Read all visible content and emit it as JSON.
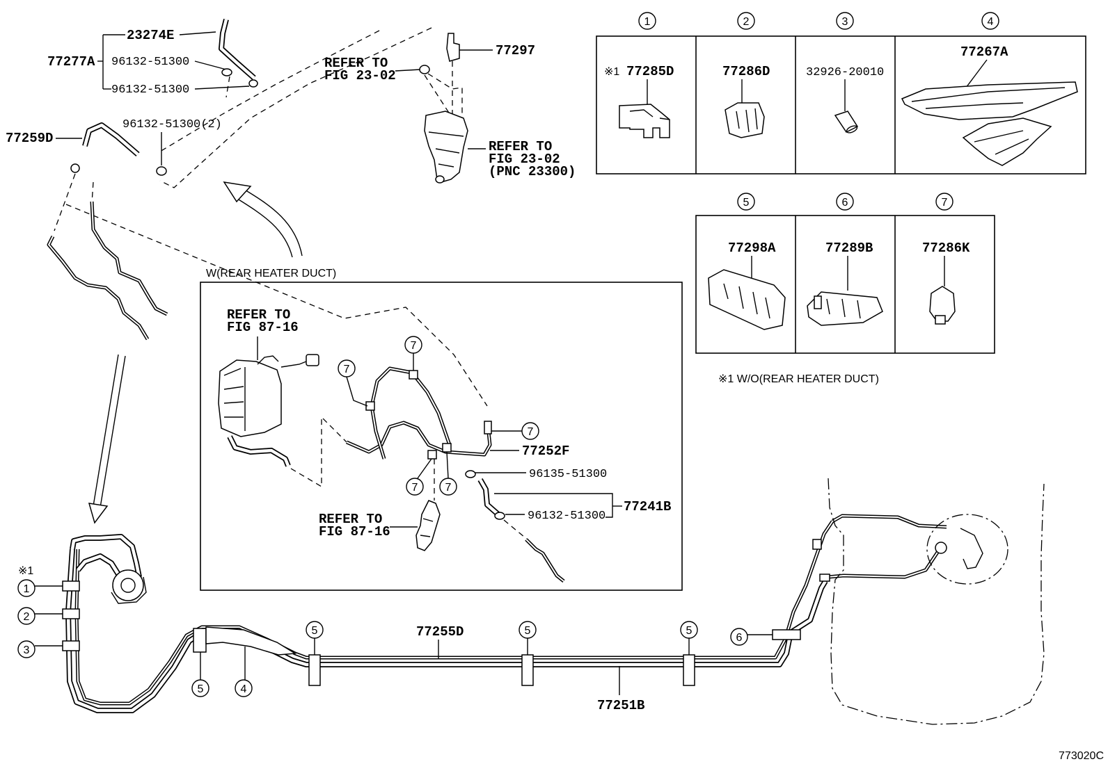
{
  "labels": {
    "p23274E": "23274E",
    "p77277A": "77277A",
    "p96132_a": "96132-51300",
    "p96132_b": "96132-51300",
    "p77297": "77297",
    "refer1": "REFER TO",
    "refer1b": "FIG 23-02",
    "p96132_2": "96132-51300(2)",
    "p77259D": "77259D",
    "refer2": "REFER TO",
    "refer2b": "FIG 23-02",
    "refer2c": "(PNC 23300)",
    "w_rear": "W(REAR HEATER DUCT)",
    "refer3": "REFER TO",
    "refer3b": "FIG 87-16",
    "refer4": "REFER TO",
    "refer4b": "FIG 87-16",
    "p77252F": "77252F",
    "p96135": "96135-51300",
    "p96132_c": "96132-51300",
    "p77241B": "77241B",
    "p77255D": "77255D",
    "p77251B": "77251B",
    "note1_mark": "※1",
    "note_wo": "※1 W/O(REAR HEATER DUCT)",
    "fig_code": "773020C"
  },
  "callouts": {
    "c1": "1",
    "c2": "2",
    "c3": "3",
    "c4": "4",
    "c5": "5",
    "c6": "6",
    "c7": "7"
  },
  "legend_table": {
    "row1": [
      {
        "num": "1",
        "part": "77285D",
        "note": "※1"
      },
      {
        "num": "2",
        "part": "77286D"
      },
      {
        "num": "3",
        "part": "32926-20010"
      },
      {
        "num": "4",
        "part": "77267A"
      }
    ],
    "row2": [
      {
        "num": "5",
        "part": "77298A"
      },
      {
        "num": "6",
        "part": "77289B"
      },
      {
        "num": "7",
        "part": "77286K"
      }
    ]
  }
}
